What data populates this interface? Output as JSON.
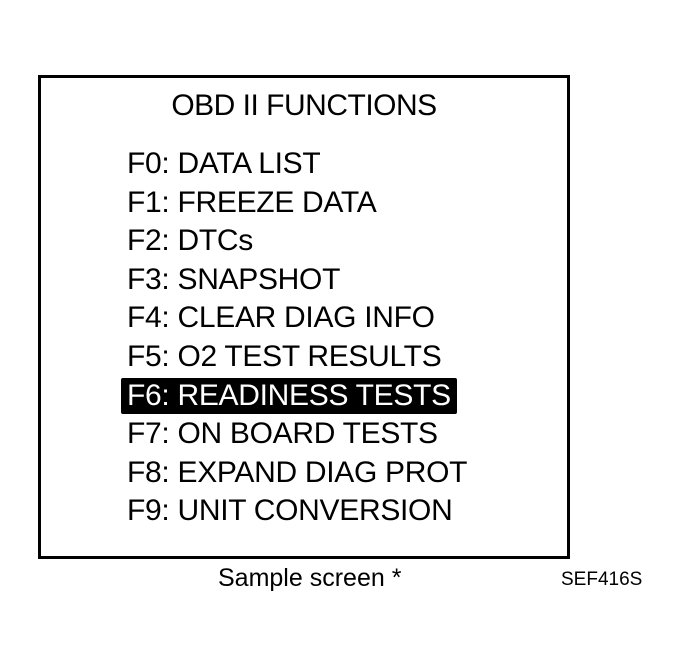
{
  "screen": {
    "title": "OBD II FUNCTIONS",
    "selected_index": 6,
    "menu_items": [
      {
        "key": "F0",
        "label": "F0: DATA LIST"
      },
      {
        "key": "F1",
        "label": "F1: FREEZE DATA"
      },
      {
        "key": "F2",
        "label": "F2: DTCs"
      },
      {
        "key": "F3",
        "label": "F3: SNAPSHOT"
      },
      {
        "key": "F4",
        "label": "F4: CLEAR DIAG INFO"
      },
      {
        "key": "F5",
        "label": "F5: O2 TEST RESULTS"
      },
      {
        "key": "F6",
        "label": "F6: READINESS TESTS"
      },
      {
        "key": "F7",
        "label": "F7: ON BOARD TESTS"
      },
      {
        "key": "F8",
        "label": "F8: EXPAND DIAG PROT"
      },
      {
        "key": "F9",
        "label": "F9: UNIT CONVERSION"
      }
    ]
  },
  "caption": "Sample screen *",
  "figure_code": "SEF416S",
  "colors": {
    "highlight_bg": "#000000",
    "highlight_fg": "#ffffff",
    "border": "#000000"
  }
}
